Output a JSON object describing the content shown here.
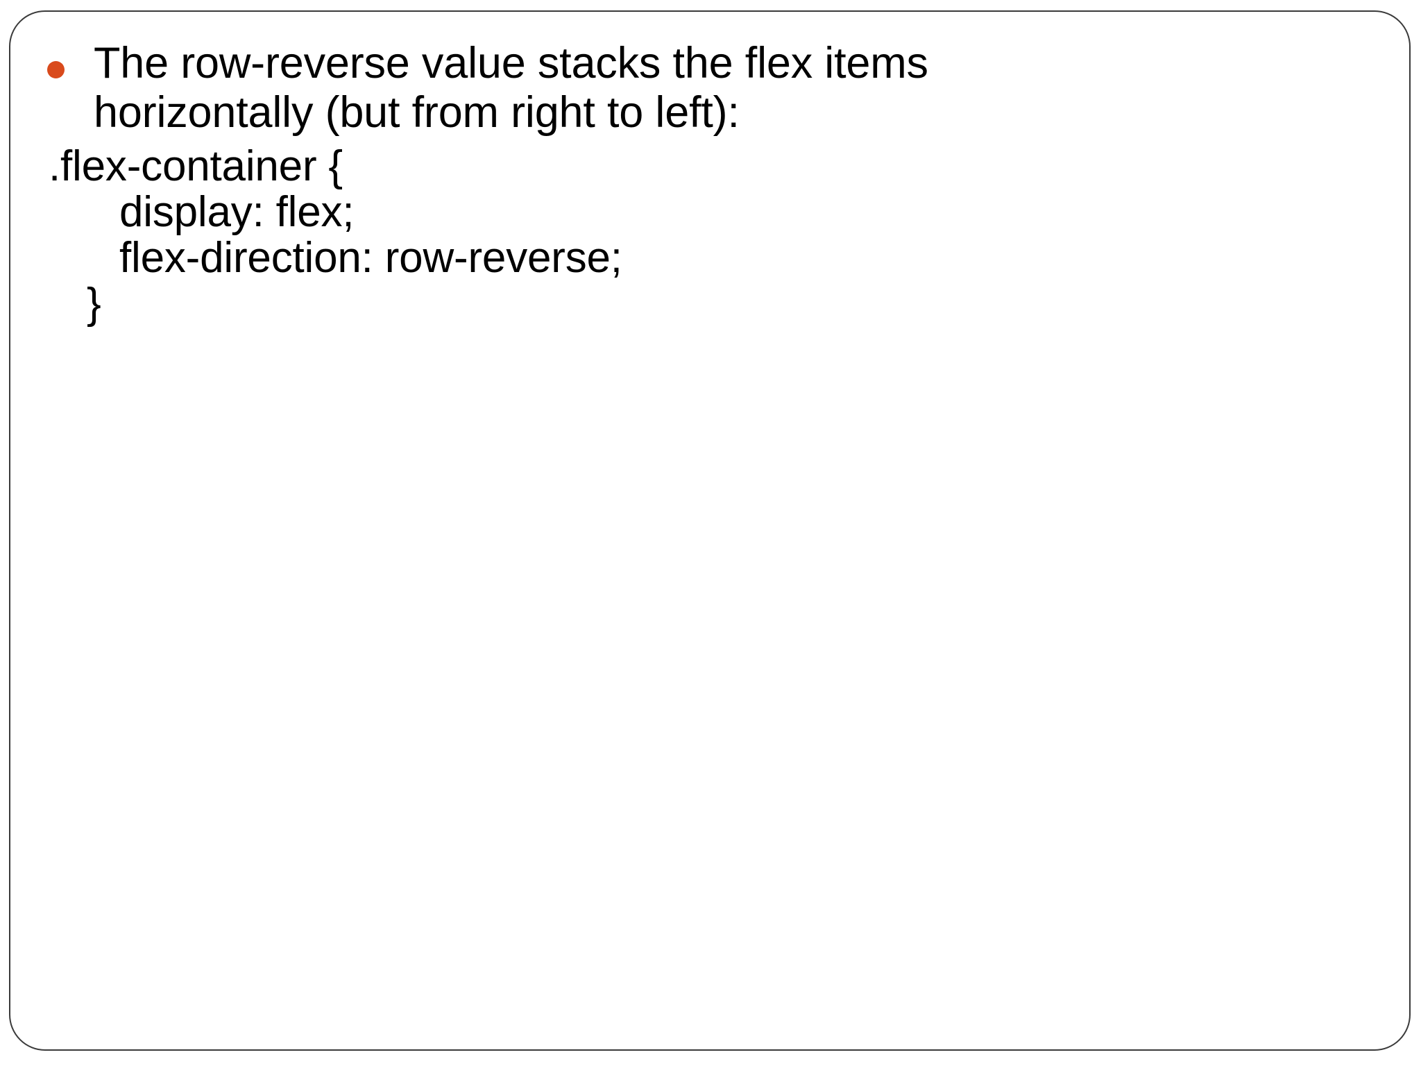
{
  "slide": {
    "frame_color": "#3a3a3a",
    "background_color": "#ffffff",
    "bullet_color": "#d94a1c",
    "text_color": "#000000"
  },
  "bullet": {
    "marker": "filled-circle-bullet",
    "text": "The row-reverse value stacks the flex items horizontally (but from right to left):"
  },
  "code": {
    "language": "css",
    "lines": [
      ".flex-container {",
      "display: flex;",
      "flex-direction: row-reverse;",
      "}"
    ]
  }
}
